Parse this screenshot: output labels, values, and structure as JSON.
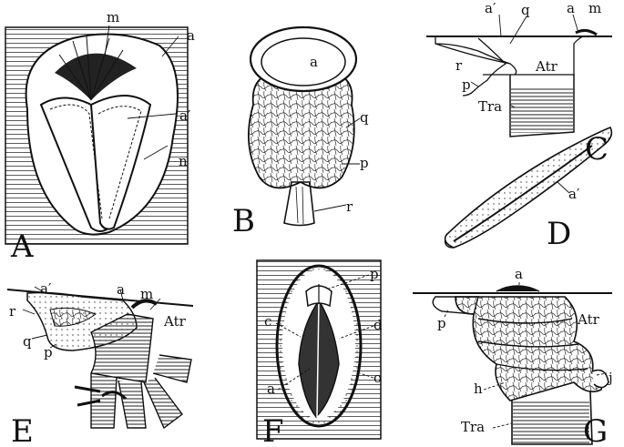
{
  "panels": {
    "A": {
      "letter": "A",
      "labels": {
        "m": "m",
        "a": "a",
        "a_prime": "a′",
        "n": "n"
      }
    },
    "B": {
      "letter": "B",
      "labels": {
        "a": "a",
        "q": "q",
        "p": "p",
        "r": "r"
      }
    },
    "C": {
      "letter": "C",
      "labels": {
        "a_prime": "a′",
        "q": "q",
        "a": "a",
        "m": "m",
        "r": "r",
        "atr": "Atr",
        "p": "p",
        "tra": "Tra"
      }
    },
    "D": {
      "letter": "D",
      "labels": {
        "a_prime": "a′"
      }
    },
    "E": {
      "letter": "E",
      "labels": {
        "a_prime": "a′",
        "a": "a",
        "m": "m",
        "r": "r",
        "atr": "Atr",
        "q": "q",
        "p": "p"
      }
    },
    "F": {
      "letter": "F",
      "labels": {
        "p": "p",
        "c": "c",
        "d": "d",
        "a": "a",
        "o": "o"
      }
    },
    "G": {
      "letter": "G",
      "labels": {
        "a": "a",
        "p": "p",
        "atr": "Atr",
        "j": "j",
        "h": "h",
        "tra": "Tra"
      }
    }
  }
}
